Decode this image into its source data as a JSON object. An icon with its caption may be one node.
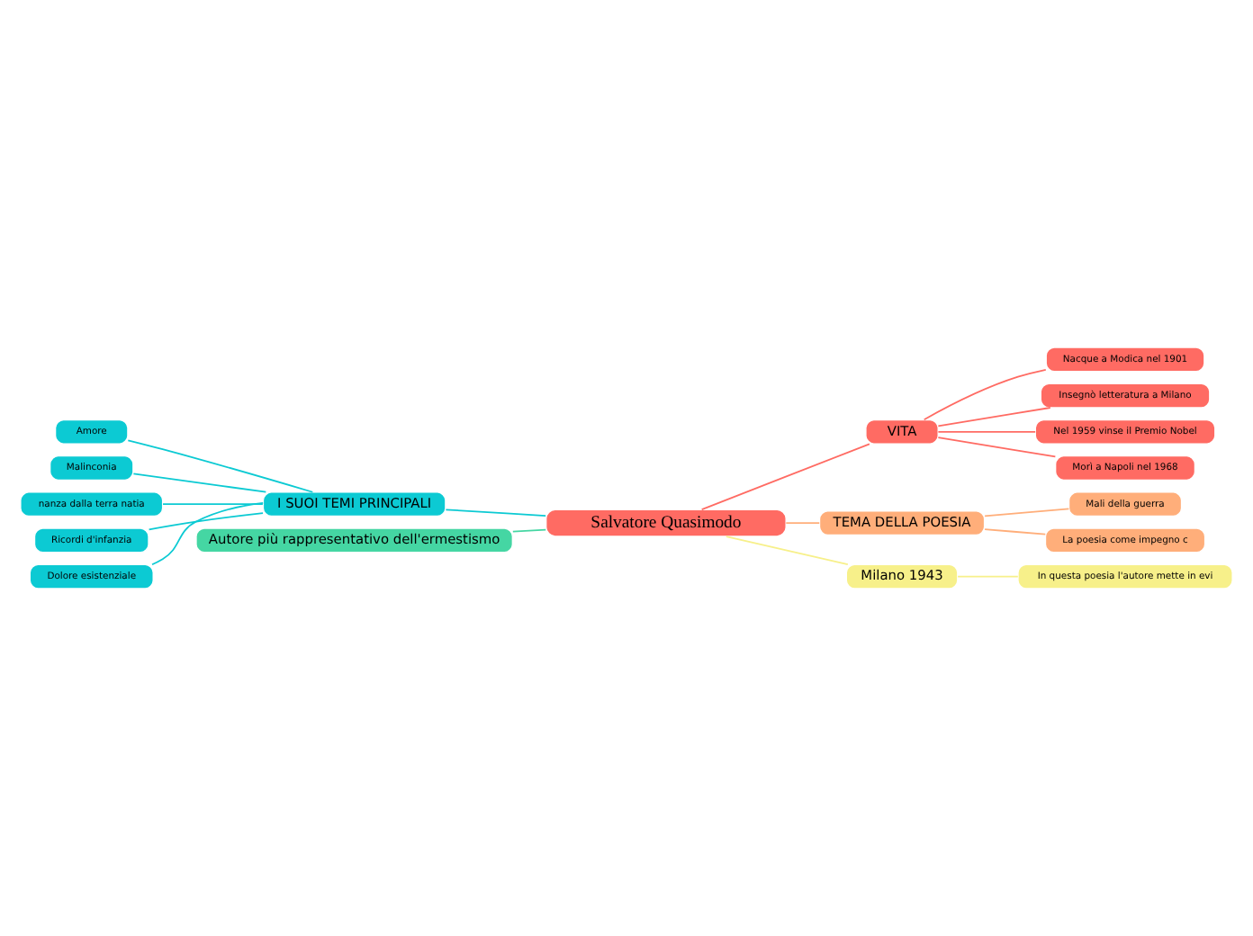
{
  "diagram": {
    "nodes": [
      {
        "text": [
          "Salvatore Quasimodo"
        ]
      },
      {
        "text": [
          "I SUOI TEMI PRINCIPALI"
        ]
      },
      {
        "text": [
          "Amore"
        ]
      },
      {
        "text": [
          "Malinconia"
        ]
      },
      {
        "text": [
          "nanza dalla terra natia"
        ]
      },
      {
        "text": [
          "Ricordi d'infanzia"
        ]
      },
      {
        "text": [
          "Dolore esistenziale"
        ]
      },
      {
        "text": [
          "Autore più rappresentativo dell'ermestismo"
        ]
      },
      {
        "text": [
          "VITA"
        ]
      },
      {
        "text": [
          "Nacque a Modica nel 1901"
        ]
      },
      {
        "text": [
          "Insegnò letteratura a Milano"
        ]
      },
      {
        "text": [
          "Nel 1959 vinse il Premio Nobel"
        ]
      },
      {
        "text": [
          "Morì a Napoli nel 1968"
        ]
      },
      {
        "text": [
          "TEMA DELLA POESIA"
        ]
      },
      {
        "text": [
          "Mali della guerra"
        ]
      },
      {
        "text": [
          "La poesia come impegno c"
        ]
      },
      {
        "text": [
          "Milano 1943"
        ]
      },
      {
        "text": [
          "In questa poesia l'autore mette in evi"
        ]
      }
    ],
    "edges": [
      {
        "from": 0,
        "to": 1,
        "arrow": "none"
      },
      {
        "from": 1,
        "to": 2,
        "arrow": "none"
      },
      {
        "from": 1,
        "to": 3,
        "arrow": "none"
      },
      {
        "from": 1,
        "to": 4,
        "arrow": "none"
      },
      {
        "from": 1,
        "to": 5,
        "arrow": "none"
      },
      {
        "from": 1,
        "to": 6,
        "arrow": "none"
      },
      {
        "from": 0,
        "to": 7,
        "arrow": "none",
        "color": "#45d6a3"
      },
      {
        "from": 0,
        "to": 8,
        "arrow": "none",
        "color": "#ff6b63"
      },
      {
        "from": 8,
        "to": 9,
        "arrow": "none",
        "color": "#ff6b63"
      },
      {
        "from": 8,
        "to": 10,
        "arrow": "none",
        "color": "#ff6b63"
      },
      {
        "from": 8,
        "to": 11,
        "arrow": "none",
        "color": "#ff6b63"
      },
      {
        "from": 8,
        "to": 12,
        "arrow": "none",
        "color": "#ff6b63"
      },
      {
        "from": 0,
        "to": 13,
        "arrow": "none",
        "color": "#ffae7a"
      },
      {
        "from": 13,
        "to": 14,
        "arrow": "none",
        "color": "#ffae7a"
      },
      {
        "from": 13,
        "to": 15,
        "arrow": "none",
        "color": "#ffae7a"
      },
      {
        "from": 0,
        "to": 16,
        "arrow": "none",
        "color": "#f7f08a"
      },
      {
        "from": 16,
        "to": 17,
        "arrow": "none",
        "color": "#f7f08a"
      }
    ]
  }
}
